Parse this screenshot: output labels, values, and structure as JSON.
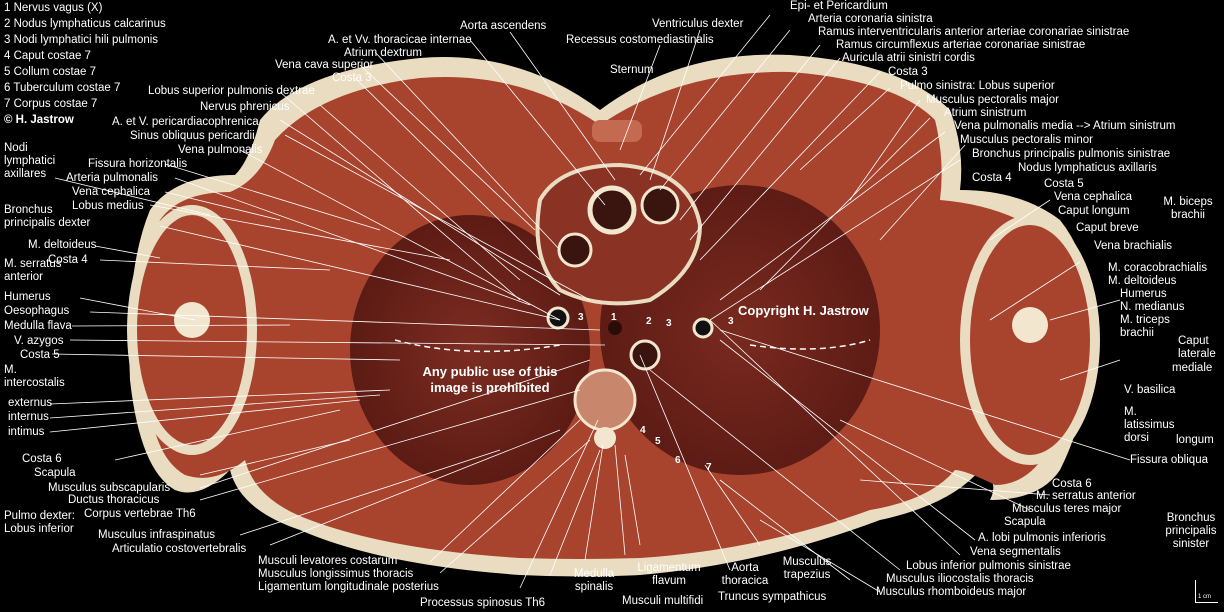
{
  "legend": [
    "1 Nervus vagus (X)",
    "2 Nodus lymphaticus calcarinus",
    "3 Nodi lymphatici hili pulmonis",
    "4 Caput costae 7",
    "5 Collum costae 7",
    "6 Tuberculum costae 7",
    "7 Corpus costae 7"
  ],
  "copyright_corner": "© H. Jastrow",
  "watermark_copyright": "Copyright H. Jastrow",
  "watermark_notice": "Any public use of this image is prohibited",
  "scale_label": "1 cm",
  "numbers": [
    "1",
    "2",
    "3",
    "3",
    "3",
    "4",
    "5",
    "6",
    "7"
  ],
  "labels_left": [
    "Nodi lymphatici axillares",
    "Fissura horizontalis",
    "Arteria pulmonalis",
    "Vena cephalica",
    "Lobus medius",
    "Bronchus principalis dexter",
    "M. deltoideus",
    "Costa 4",
    "M. serratus anterior",
    "Humerus",
    "Oesophagus",
    "Medulla flava",
    "V. azygos",
    "Costa 5",
    "M. intercostalis",
    "externus",
    "internus",
    "intimus",
    "Costa 6",
    "Scapula",
    "Musculus subscapularis",
    "Ductus thoracicus",
    "Corpus vertebrae Th6",
    "Pulmo dexter: Lobus inferior",
    "Musculus infraspinatus",
    "Articulatio costovertebralis",
    "Musculi levatores costarum",
    "Musculus longissimus thoracis",
    "Ligamentum longitudinale posterius",
    "Processus spinosus Th6"
  ],
  "labels_top": [
    "A. et Vv. thoracicae internae",
    "Atrium dextrum",
    "Vena cava superior",
    "Costa 3",
    "Lobus superior pulmonis dextrae",
    "Nervus phrenicus",
    "A. et V. pericardiacophrenica",
    "Sinus obliquus pericardii",
    "Vena pulmonalis",
    "Aorta ascendens",
    "Ventriculus dexter",
    "Recessus costomediastinalis",
    "Sternum",
    "Epi- et Pericardium",
    "Arteria coronaria sinistra",
    "Ramus interventricularis anterior arteriae coronariae sinistrae",
    "Ramus circumflexus arteriae coronariae sinistrae",
    "Auricula atrii sinistri cordis",
    "Costa 3",
    "Pulmo sinistra: Lobus superior",
    "Musculus pectoralis major",
    "Atrium sinistrum",
    "Vena pulmonalis media --> Atrium sinistrum",
    "Musculus pectoralis minor",
    "Bronchus principalis pulmonis sinistrae",
    "Nodus lymphaticus axillaris",
    "Costa 4",
    "Costa 5"
  ],
  "labels_right": [
    "Vena cephalica",
    "Caput longum",
    "Caput breve",
    "M. biceps brachii",
    "Vena brachialis",
    "M. coracobrachialis",
    "M. deltoideus",
    "Humerus",
    "N. medianus",
    "M. triceps brachii",
    "Caput laterale",
    "mediale",
    "longum",
    "V. basilica",
    "M. latissimus dorsi",
    "Fissura obliqua",
    "Costa 6",
    "M. serratus anterior",
    "Musculus teres major",
    "Scapula",
    "A. lobi pulmonis inferioris",
    "Vena segmentalis",
    "Bronchus principalis sinister",
    "Lobus inferior pulmonis sinistrae",
    "Musculus iliocostalis thoracis",
    "Musculus rhomboideus major"
  ],
  "labels_bottom": [
    "Medulla spinalis",
    "Ligamentum flavum",
    "Musculi multifidi",
    "Aorta thoracica",
    "Truncus sympathicus",
    "Musculus trapezius"
  ],
  "colors": {
    "background": "#000000",
    "skin": "#e9dcc0",
    "muscle": "#a8432e",
    "lung": "#6e2118",
    "bone": "#f3e6cf"
  }
}
